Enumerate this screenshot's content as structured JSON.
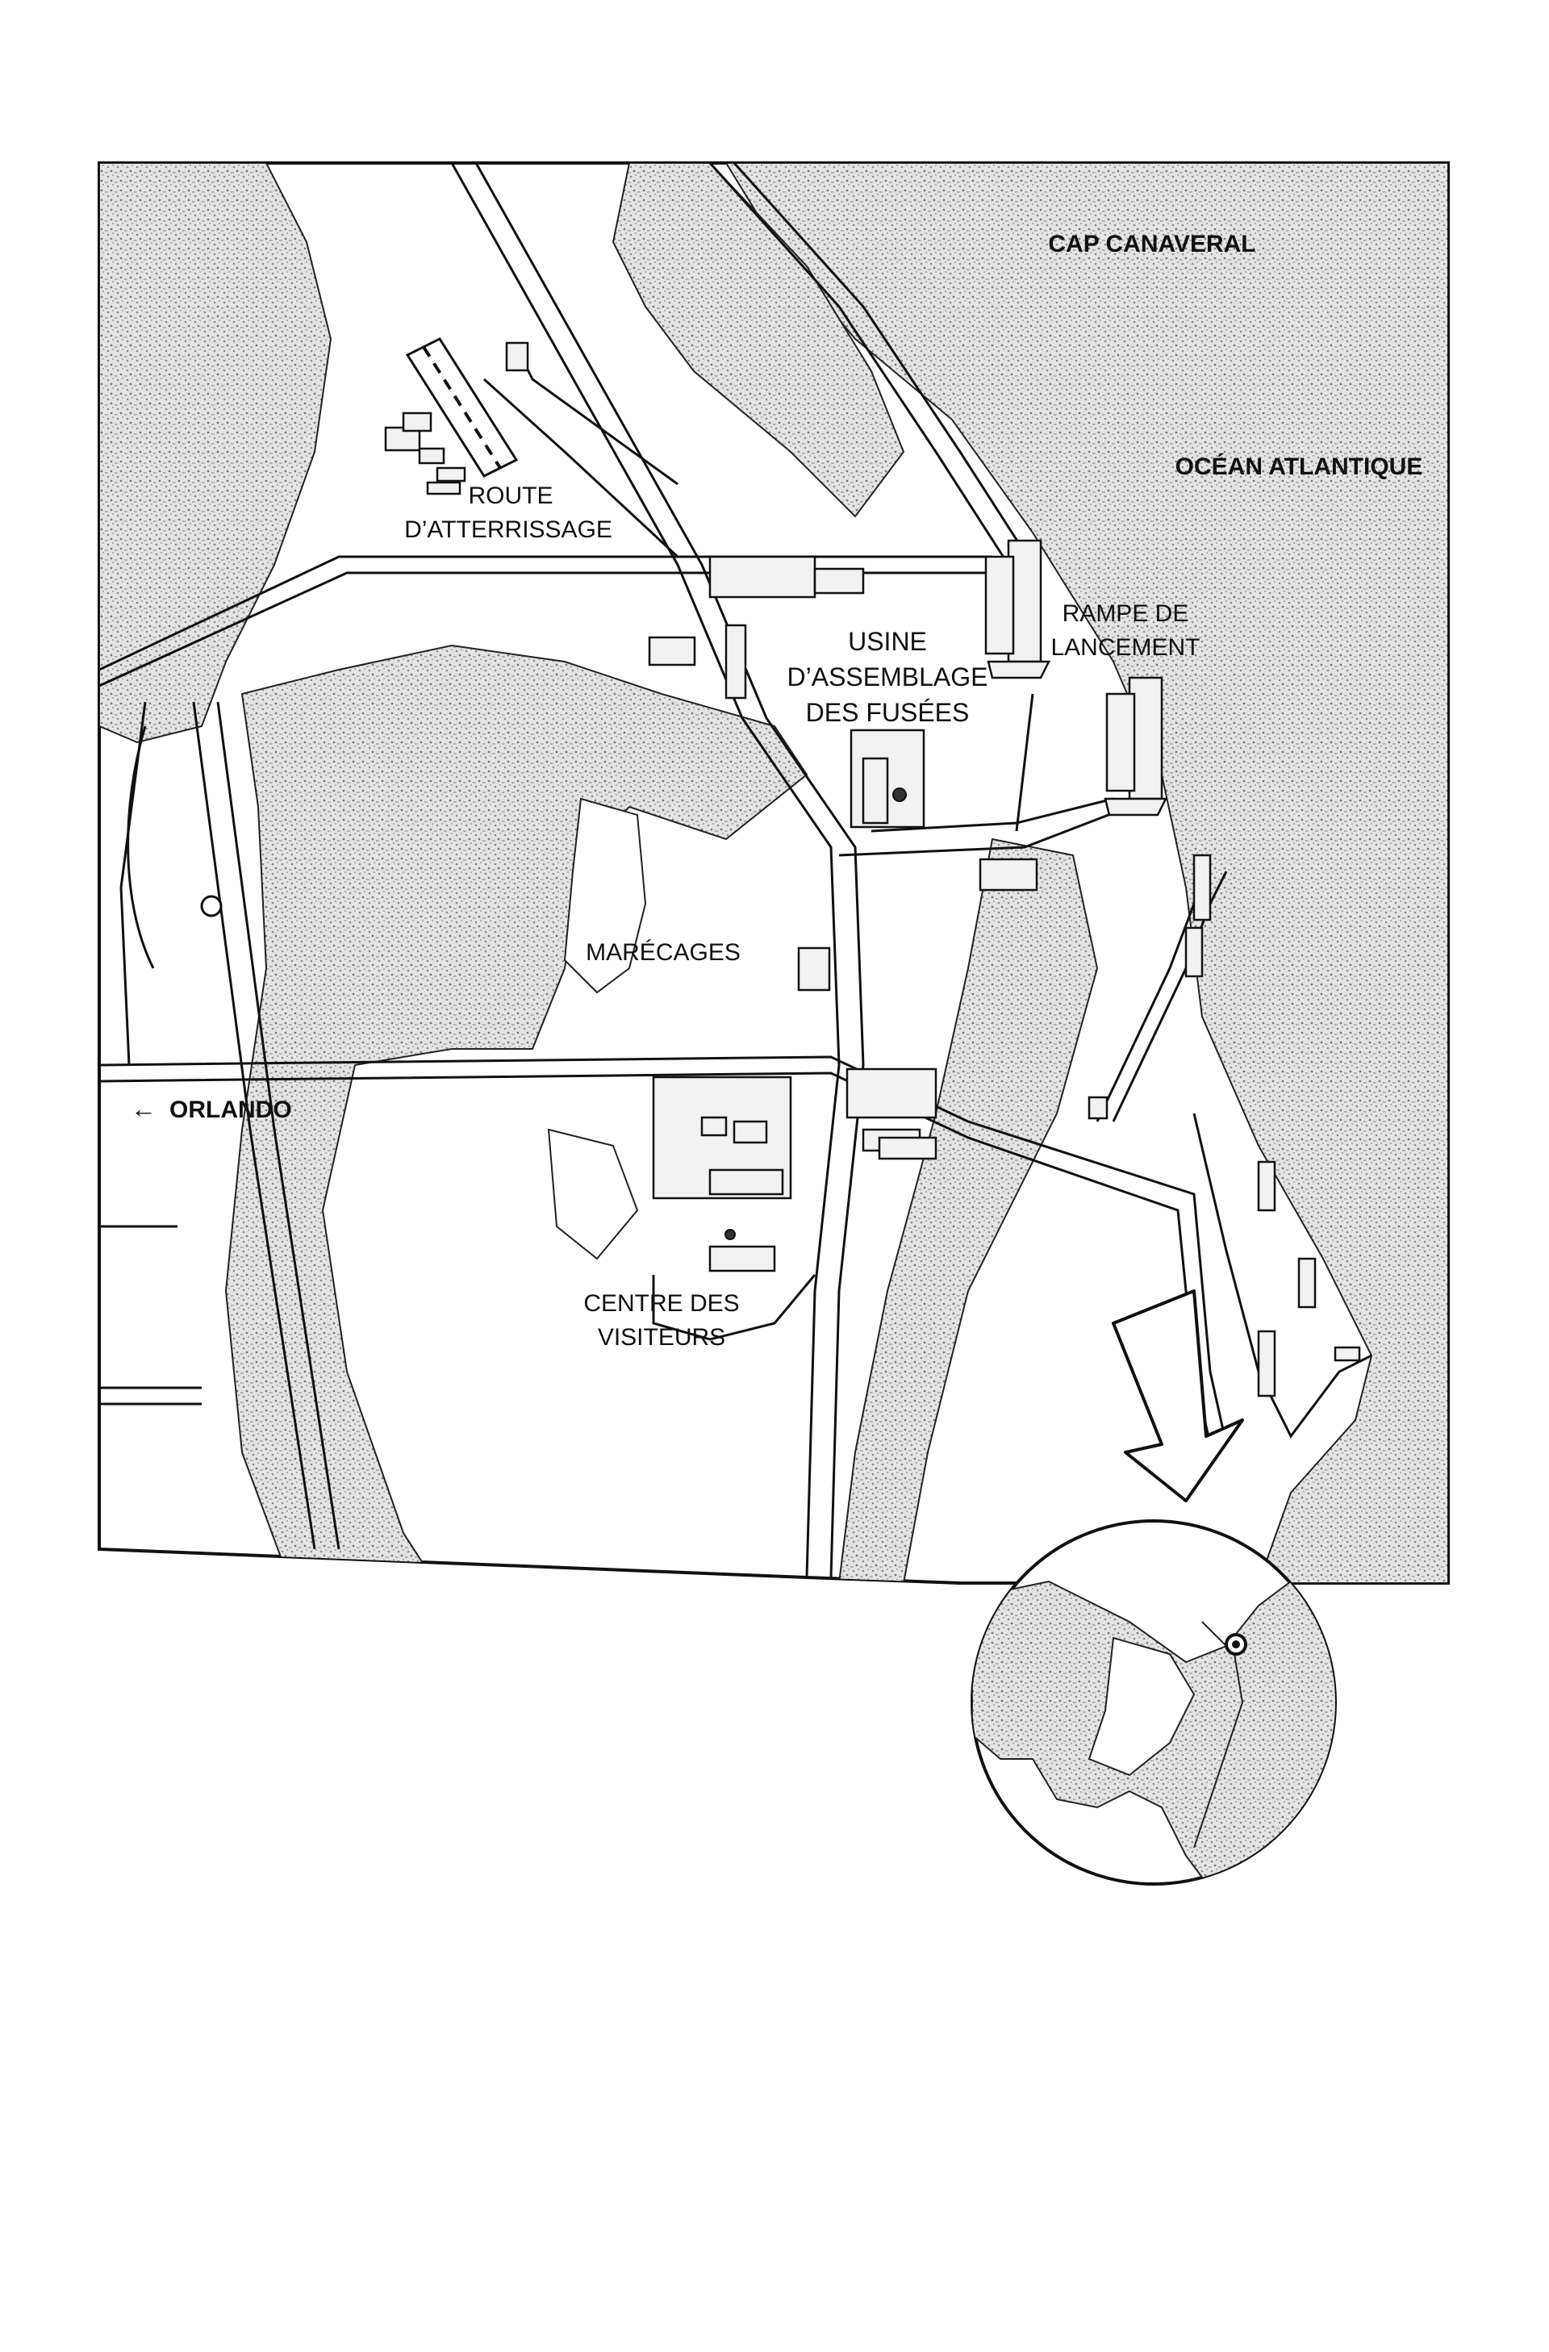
{
  "map": {
    "labels": {
      "cap_canaveral": "CAP CANAVERAL",
      "ocean": "OCÉAN ATLANTIQUE",
      "runway_line1": "ROUTE",
      "runway_line2": "D’ATTERRISSAGE",
      "vab_line1": "USINE",
      "vab_line2": "D’ASSEMBLAGE",
      "vab_line3": "DES FUSÉES",
      "launch_line1": "RAMPE DE",
      "launch_line2": "LANCEMENT",
      "marsh": "MARÉCAGES",
      "orlando": "ORLANDO",
      "orlando_arrow": "←",
      "visitors_line1": "CENTRE DES",
      "visitors_line2": "VISITEURS"
    },
    "colors": {
      "ink": "#111111",
      "paper": "#ffffff",
      "water_stipple": "#9a9a9a"
    },
    "inset": {
      "description_icon": "location-pin-icon"
    }
  }
}
